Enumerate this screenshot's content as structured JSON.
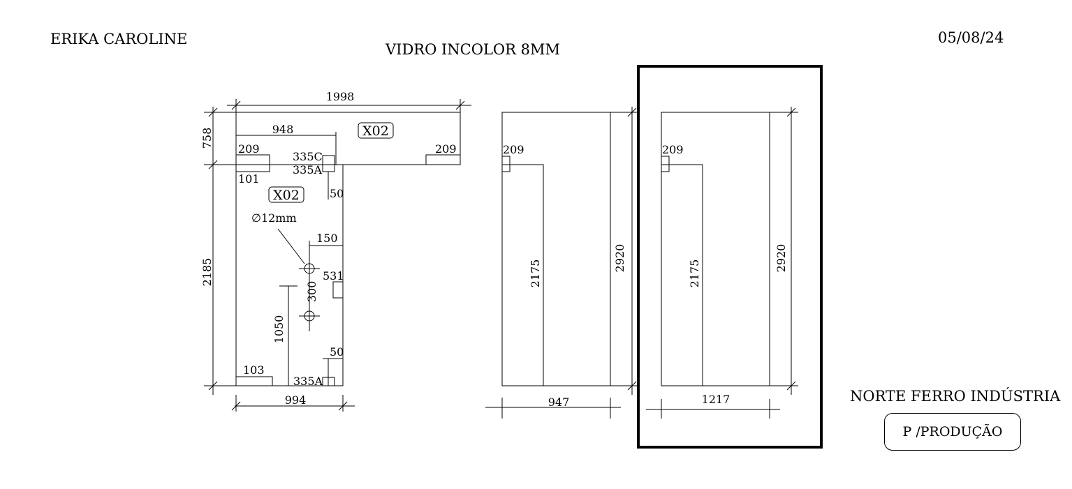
{
  "header": {
    "client": "ERIKA CAROLINE",
    "material": "VIDRO INCOLOR 8MM",
    "date": "05/08/24"
  },
  "footer": {
    "company": "NORTE FERRO INDÚSTRIA",
    "stamp": "P /PRODUÇÃO"
  },
  "pieces": {
    "piece1": {
      "tag_top": "X02",
      "tag_bottom": "X02",
      "overall_width": "1998",
      "upper_height": "758",
      "lower_height": "2185",
      "bottom_width": "994",
      "notch_length": "948",
      "notch_left_label": "209",
      "notch_right_label": "209",
      "label_101": "101",
      "label_335c": "335C",
      "label_335a_top": "335A",
      "label_50_top": "50",
      "hole_diameter": "∅12mm",
      "hole_offset": "150",
      "hinge_label": "531",
      "hole_spacing": "300",
      "hole_height": "1050",
      "label_50_bottom": "50",
      "label_103": "103",
      "label_335a_bottom": "335A"
    },
    "piece2": {
      "notch_label": "209",
      "inner_height": "2175",
      "overall_height": "2920",
      "width": "947"
    },
    "piece3": {
      "notch_label": "209",
      "inner_height": "2175",
      "overall_height": "2920",
      "width": "1217"
    }
  }
}
